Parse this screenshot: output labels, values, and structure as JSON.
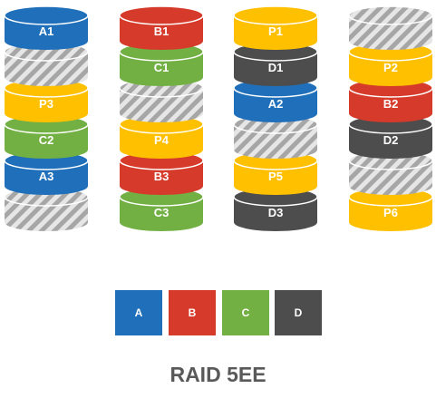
{
  "title": "RAID 5EE",
  "colors": {
    "A": "#1f6fba",
    "B": "#d63a2a",
    "C": "#72b043",
    "D": "#4d4d4d",
    "P": "#ffc000",
    "spare_stripe": "#a6a6a6",
    "spare_bg": "#e6e6e6"
  },
  "disks": [
    {
      "name": "disk-1",
      "blocks": [
        {
          "label": "A1",
          "kind": "A"
        },
        {
          "label": "",
          "kind": "spare"
        },
        {
          "label": "P3",
          "kind": "P"
        },
        {
          "label": "C2",
          "kind": "C"
        },
        {
          "label": "A3",
          "kind": "A"
        },
        {
          "label": "",
          "kind": "spare"
        }
      ]
    },
    {
      "name": "disk-2",
      "blocks": [
        {
          "label": "B1",
          "kind": "B"
        },
        {
          "label": "C1",
          "kind": "C"
        },
        {
          "label": "",
          "kind": "spare"
        },
        {
          "label": "P4",
          "kind": "P"
        },
        {
          "label": "B3",
          "kind": "B"
        },
        {
          "label": "C3",
          "kind": "C"
        }
      ]
    },
    {
      "name": "disk-3",
      "blocks": [
        {
          "label": "P1",
          "kind": "P"
        },
        {
          "label": "D1",
          "kind": "D"
        },
        {
          "label": "A2",
          "kind": "A"
        },
        {
          "label": "",
          "kind": "spare"
        },
        {
          "label": "P5",
          "kind": "P"
        },
        {
          "label": "D3",
          "kind": "D"
        }
      ]
    },
    {
      "name": "disk-4",
      "blocks": [
        {
          "label": "",
          "kind": "spare"
        },
        {
          "label": "P2",
          "kind": "P"
        },
        {
          "label": "B2",
          "kind": "B"
        },
        {
          "label": "D2",
          "kind": "D"
        },
        {
          "label": "",
          "kind": "spare"
        },
        {
          "label": "P6",
          "kind": "P"
        }
      ]
    }
  ],
  "legend": [
    {
      "label": "A",
      "kind": "A"
    },
    {
      "label": "B",
      "kind": "B"
    },
    {
      "label": "C",
      "kind": "C"
    },
    {
      "label": "D",
      "kind": "D"
    }
  ]
}
